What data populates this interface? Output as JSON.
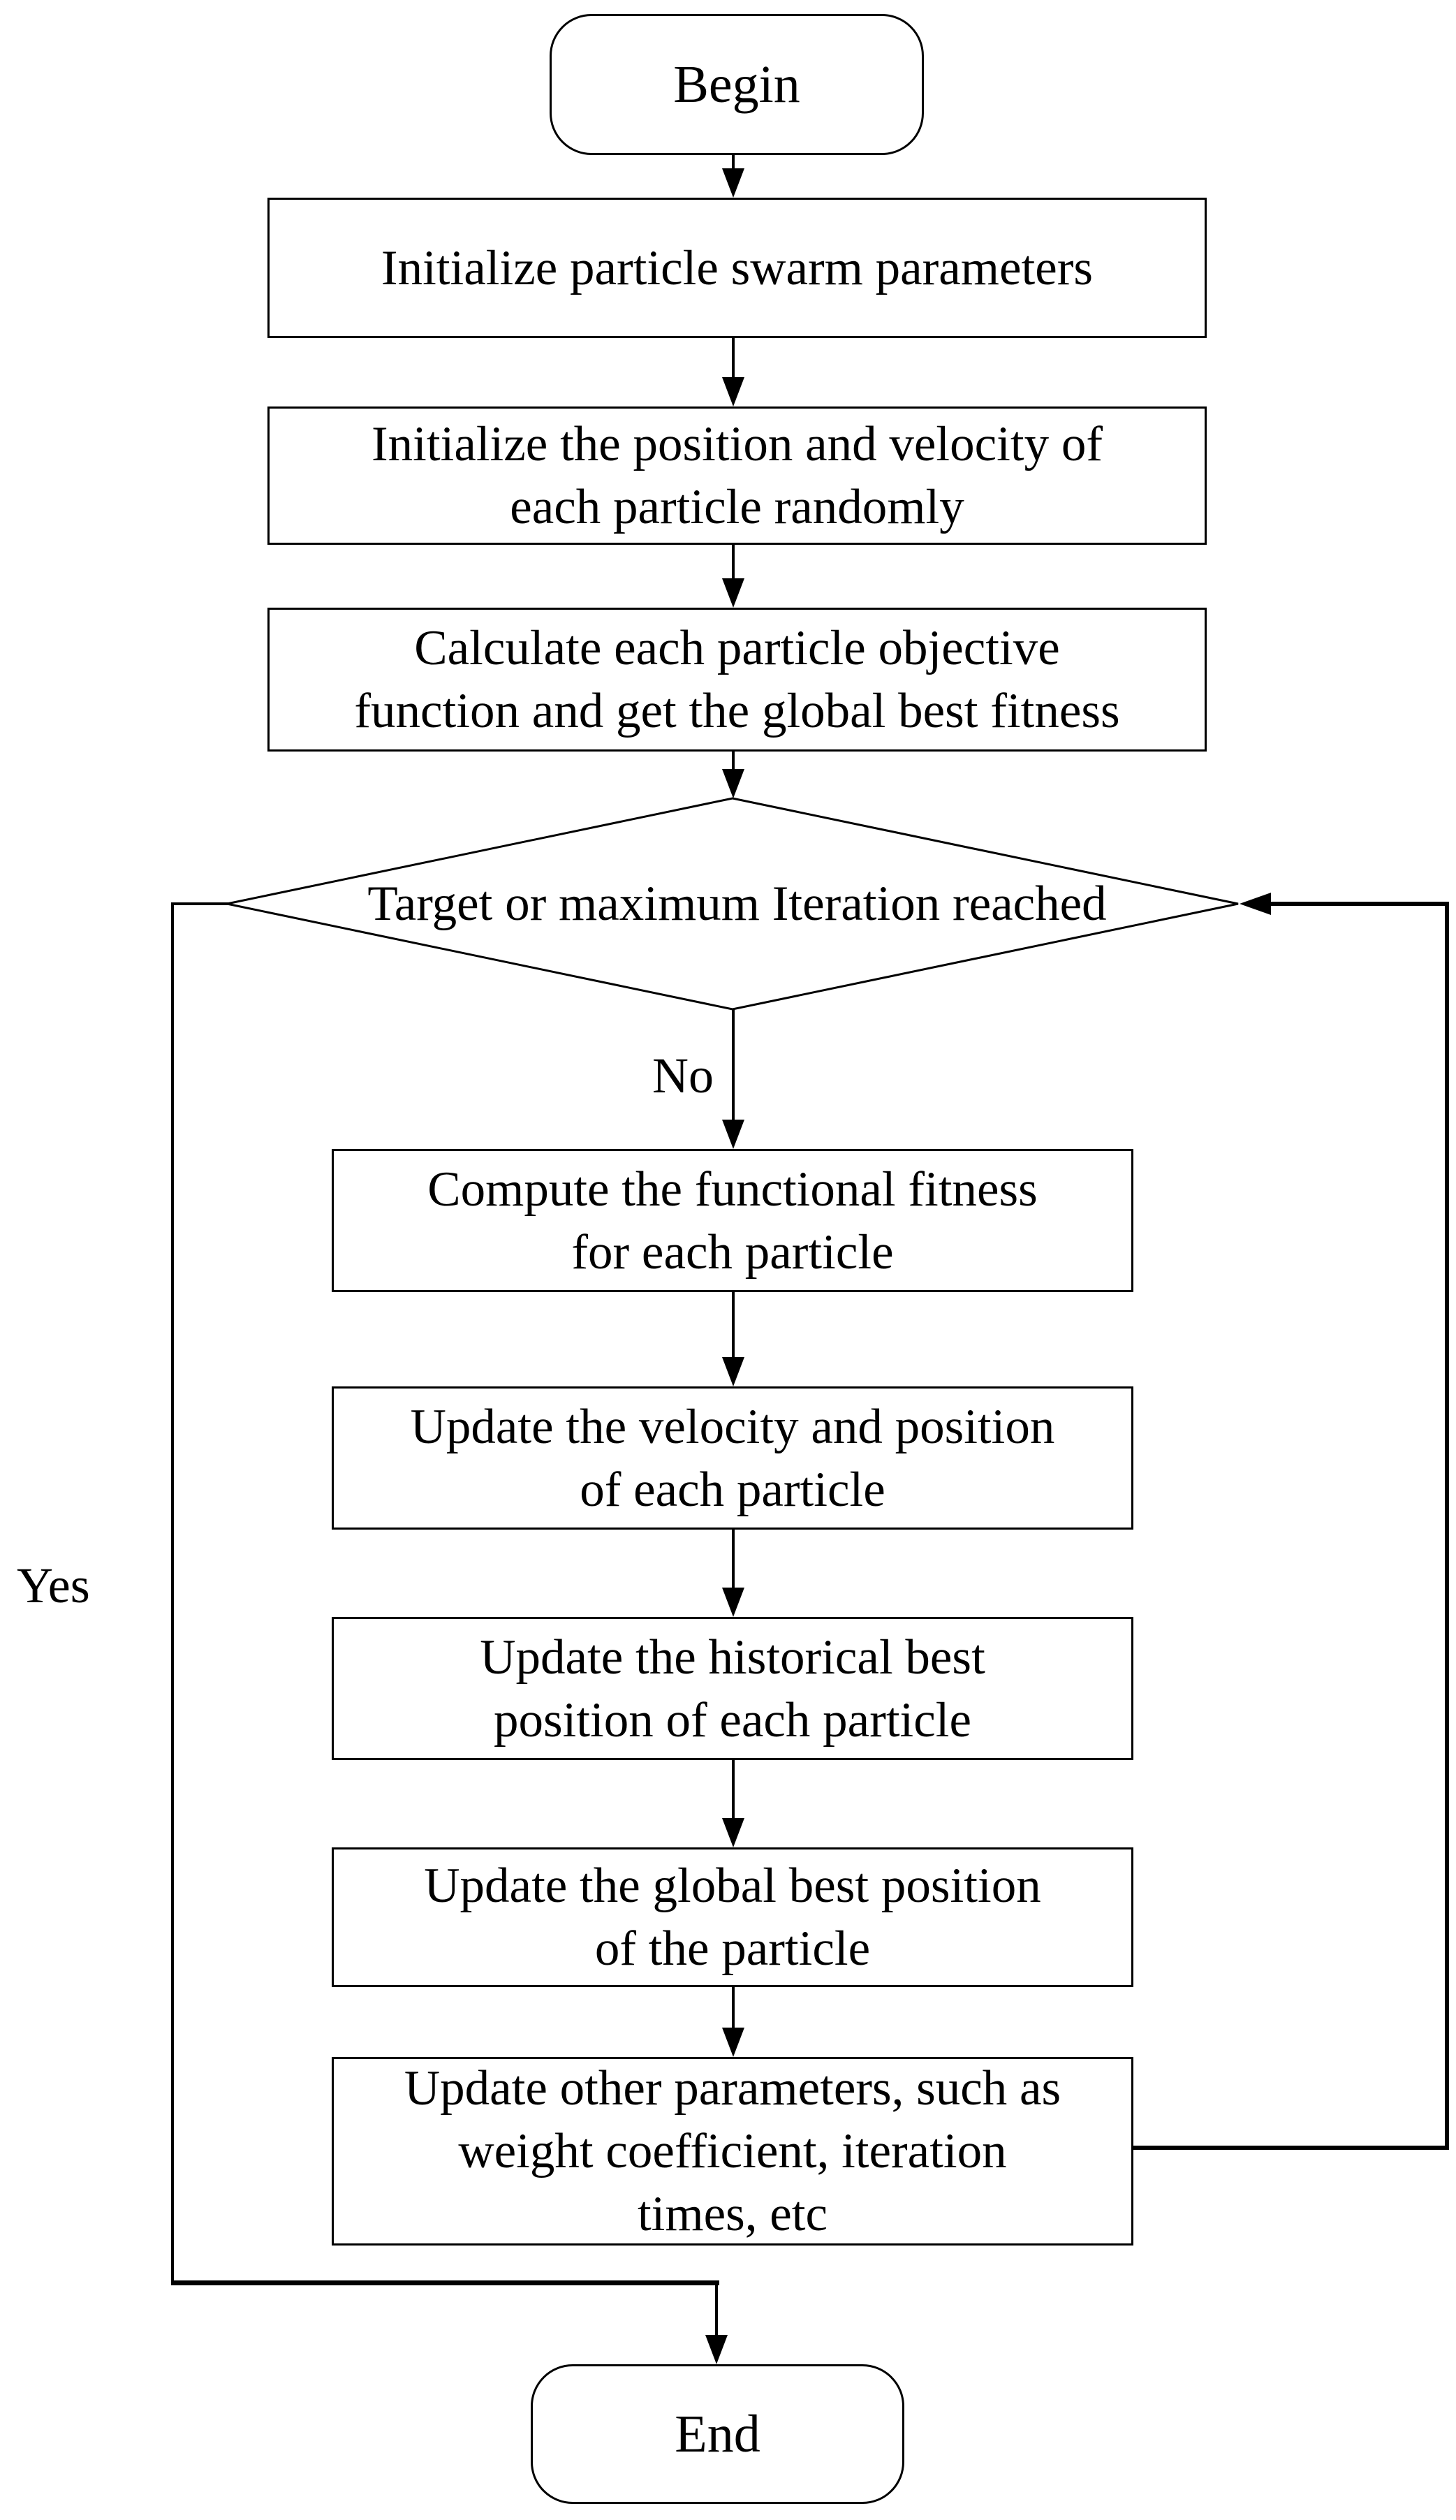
{
  "diagram": {
    "title": "Particle swarm optimization flowchart",
    "background_color": "#ffffff",
    "line_color": "#000000"
  },
  "nodes": {
    "begin": {
      "type": "terminator",
      "label": "Begin"
    },
    "init_params": {
      "type": "process",
      "label": "Initialize particle swarm parameters"
    },
    "init_position": {
      "type": "process",
      "label": "Initialize the position and velocity of\neach particle randomly"
    },
    "calc_objective": {
      "type": "process",
      "label": "Calculate each particle objective\nfunction and get the global best fitness"
    },
    "decision": {
      "type": "decision",
      "label": "Target or maximum Iteration reached"
    },
    "compute_fitness": {
      "type": "process",
      "label": "Compute the functional fitness\nfor each particle"
    },
    "update_velocity": {
      "type": "process",
      "label": "Update the velocity and position\nof each particle"
    },
    "update_historical": {
      "type": "process",
      "label": "Update the historical best\nposition of each particle"
    },
    "update_global": {
      "type": "process",
      "label": "Update the global best position\nof the particle"
    },
    "update_other": {
      "type": "process",
      "label": "Update other parameters, such as\nweight coefficient, iteration\ntimes, etc"
    },
    "end": {
      "type": "terminator",
      "label": "End"
    }
  },
  "edge_labels": {
    "no": "No",
    "yes": "Yes"
  },
  "edges": [
    {
      "from": "begin",
      "to": "init_params"
    },
    {
      "from": "init_params",
      "to": "init_position"
    },
    {
      "from": "init_position",
      "to": "calc_objective"
    },
    {
      "from": "calc_objective",
      "to": "decision"
    },
    {
      "from": "decision",
      "to": "compute_fitness",
      "label": "No"
    },
    {
      "from": "compute_fitness",
      "to": "update_velocity"
    },
    {
      "from": "update_velocity",
      "to": "update_historical"
    },
    {
      "from": "update_historical",
      "to": "update_global"
    },
    {
      "from": "update_global",
      "to": "update_other"
    },
    {
      "from": "update_other",
      "to": "decision",
      "note": "loop back via right side"
    },
    {
      "from": "decision",
      "to": "end",
      "label": "Yes",
      "note": "via left side"
    }
  ]
}
